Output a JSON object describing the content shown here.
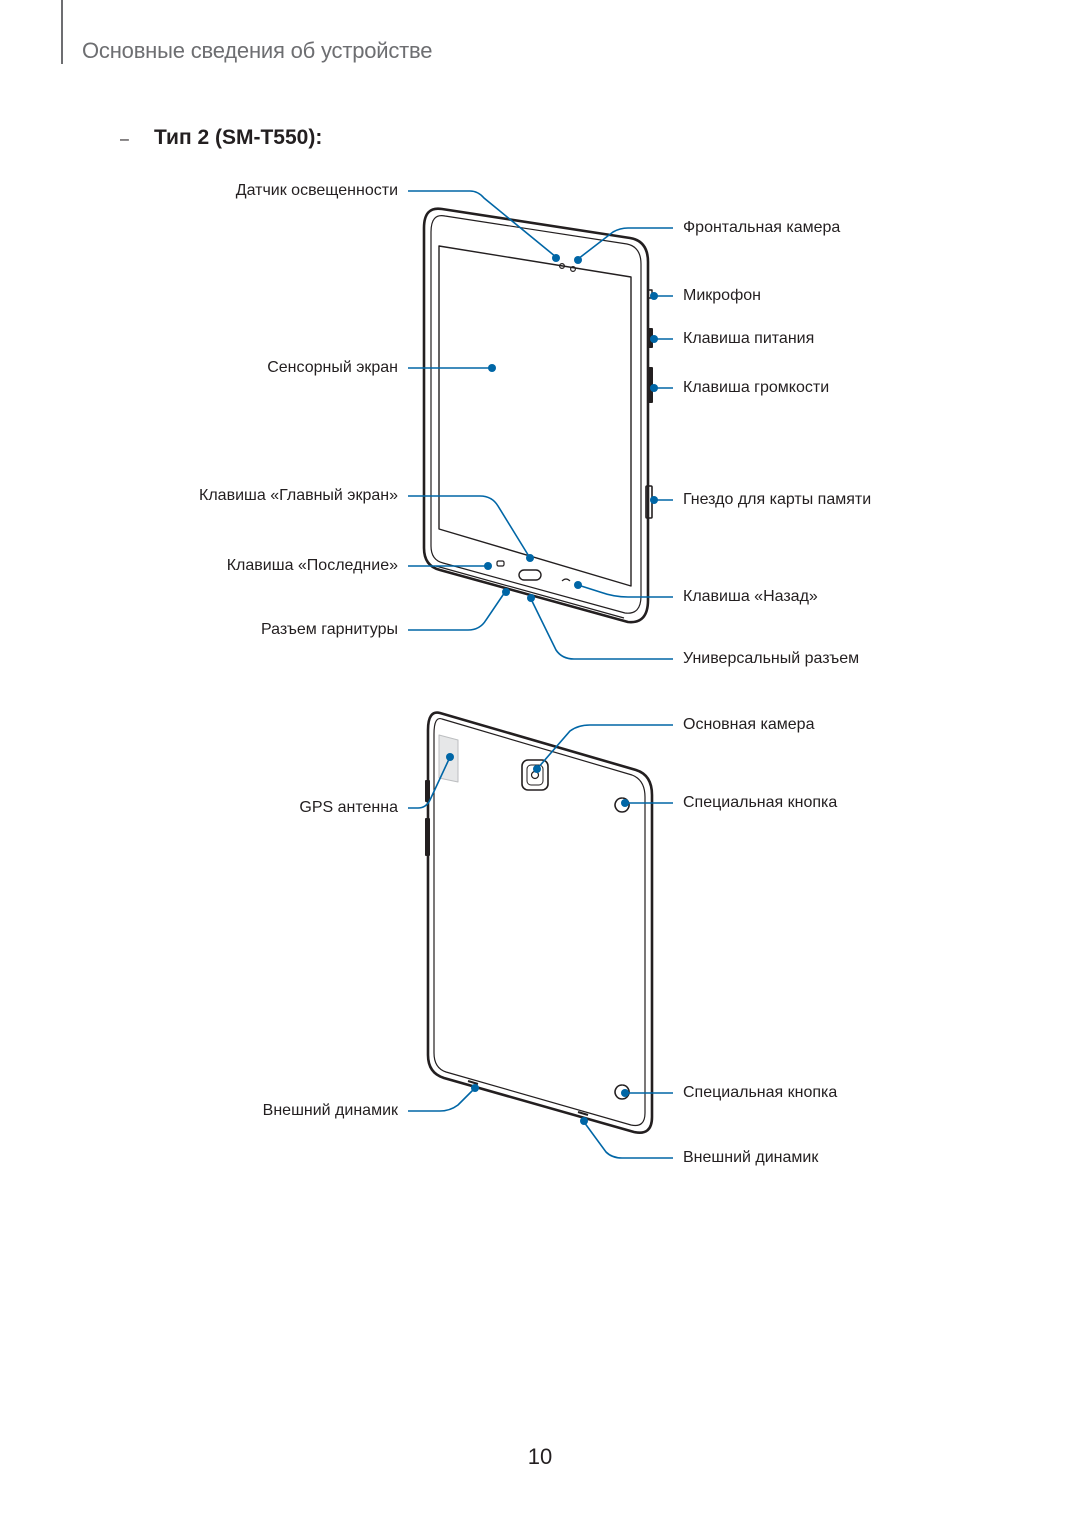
{
  "header": {
    "section_title": "Основные сведения об устройстве"
  },
  "subheading": {
    "dash": "–",
    "text": "Тип 2 (SM-T550):"
  },
  "front_view": {
    "labels_left": [
      "Датчик освещенности",
      "Сенсорный экран",
      "Клавиша «Главный экран»",
      "Клавиша «Последние»",
      "Разъем гарнитуры"
    ],
    "labels_right": [
      "Фронтальная камера",
      "Микрофон",
      "Клавиша питания",
      "Клавиша громкости",
      "Гнездо для карты памяти",
      "Клавиша «Назад»",
      "Универсальный разъем"
    ]
  },
  "back_view": {
    "labels_left": [
      "GPS антенна",
      "Внешний динамик"
    ],
    "labels_right": [
      "Основная камера",
      "Специальная кнопка",
      "Специальная кнопка",
      "Внешний динамик"
    ]
  },
  "page_number": "10",
  "colors": {
    "callout": "#0066a6",
    "device_outline": "#231f20",
    "header_text": "#6d6e71"
  }
}
